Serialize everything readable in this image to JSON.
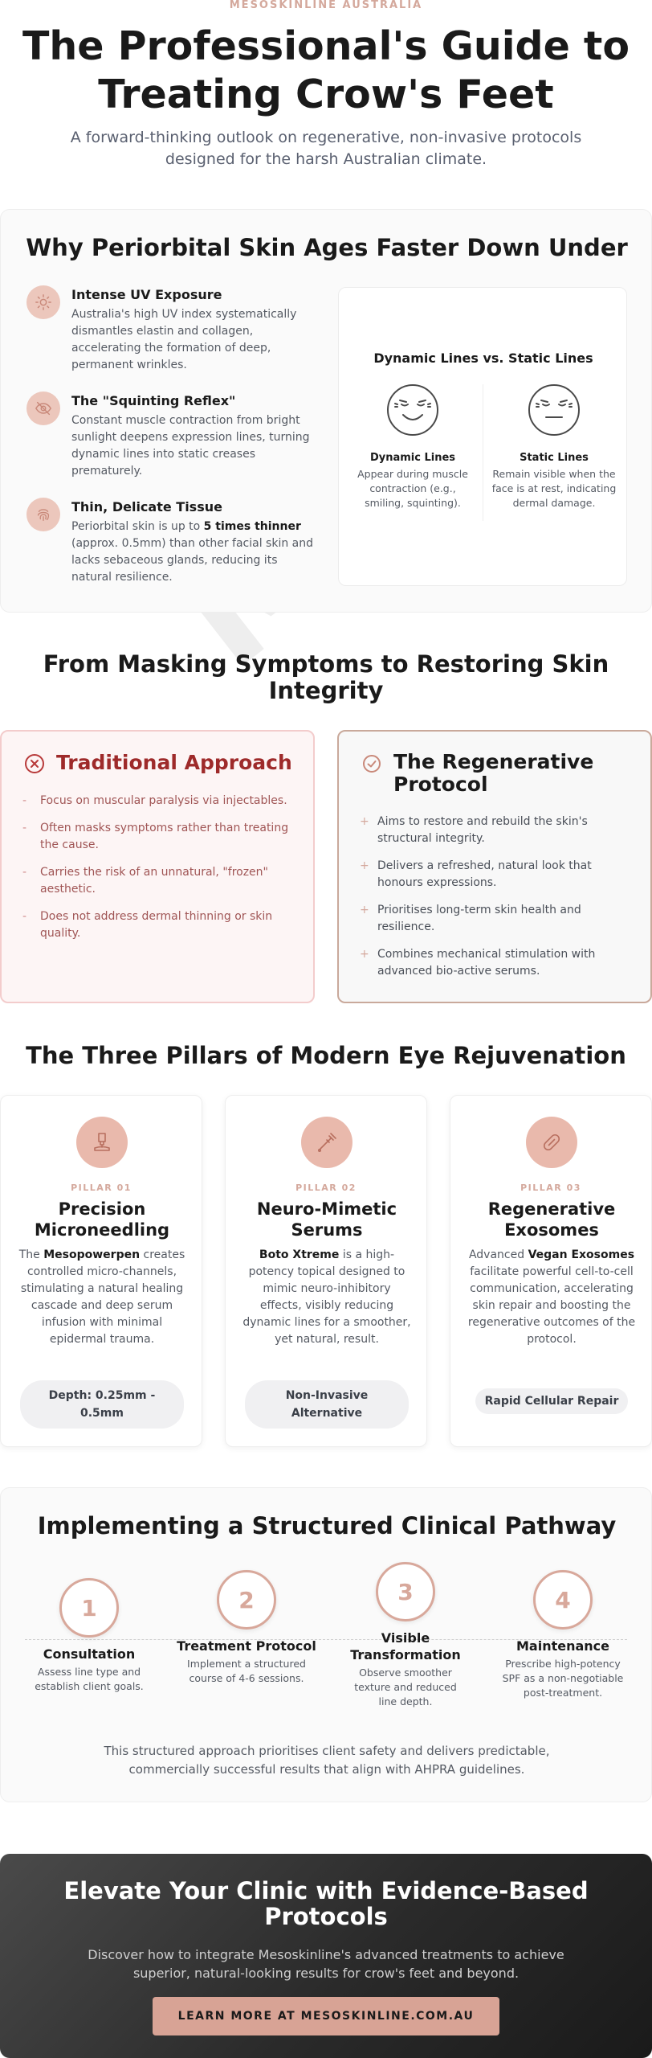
{
  "hero": {
    "eyebrow": "MESOSKINLINE AUSTRALIA",
    "title": "The Professional's Guide to Treating Crow's Feet",
    "subtitle": "A forward-thinking outlook on regenerative, non-invasive protocols designed for the harsh Australian climate."
  },
  "watermark": "Mesoskinline",
  "periorbital": {
    "title": "Why Periorbital Skin Ages Faster Down Under",
    "factors": [
      {
        "icon": "sun-icon",
        "title": "Intense UV Exposure",
        "body": "Australia's high UV index systematically dismantles elastin and collagen, accelerating the formation of deep, permanent wrinkles."
      },
      {
        "icon": "eye-slash-icon",
        "title": "The \"Squinting Reflex\"",
        "body": "Constant muscle contraction from bright sunlight deepens expression lines, turning dynamic lines into static creases prematurely."
      },
      {
        "icon": "fingerprint-icon",
        "title": "Thin, Delicate Tissue",
        "body_pre": "Periorbital skin is up to ",
        "body_bold": "5 times thinner",
        "body_post": " (approx. 0.5mm) than other facial skin and lacks sebaceous glands, reducing its natural resilience."
      }
    ],
    "lines_card": {
      "title": "Dynamic Lines vs. Static Lines",
      "dynamic": {
        "label": "Dynamic Lines",
        "text": "Appear during muscle contraction (e.g., smiling, squinting)."
      },
      "static": {
        "label": "Static Lines",
        "text": "Remain visible when the face is at rest, indicating dermal damage."
      }
    }
  },
  "comparison": {
    "title": "From Masking Symptoms to Restoring Skin Integrity",
    "traditional": {
      "title": "Traditional Approach",
      "items": [
        "Focus on muscular paralysis via injectables.",
        "Often masks symptoms rather than treating the cause.",
        "Carries the risk of an unnatural, \"frozen\" aesthetic.",
        "Does not address dermal thinning or skin quality."
      ]
    },
    "regenerative": {
      "title": "The Regenerative Protocol",
      "items": [
        "Aims to restore and rebuild the skin's structural integrity.",
        "Delivers a refreshed, natural look that honours expressions.",
        "Prioritises long-term skin health and resilience.",
        "Combines mechanical stimulation with advanced bio-active serums."
      ]
    }
  },
  "pillars": {
    "title": "The Three Pillars of Modern Eye Rejuvenation",
    "items": [
      {
        "num": "PILLAR 01",
        "title": "Precision Microneedling",
        "pre": "The ",
        "bold": "Mesopowerpen",
        "post": " creates controlled micro-channels, stimulating a natural healing cascade and deep serum infusion with minimal epidermal trauma.",
        "badge": "Depth: 0.25mm - 0.5mm"
      },
      {
        "num": "PILLAR 02",
        "title": "Neuro-Mimetic Serums",
        "pre": "",
        "bold": "Boto Xtreme",
        "post": " is a high-potency topical designed to mimic neuro-inhibitory effects, visibly reducing dynamic lines for a smoother, yet natural, result.",
        "badge": "Non-Invasive Alternative"
      },
      {
        "num": "PILLAR 03",
        "title": "Regenerative Exosomes",
        "pre": "Advanced ",
        "bold": "Vegan Exosomes",
        "post": " facilitate powerful cell-to-cell communication, accelerating skin repair and boosting the regenerative outcomes of the protocol.",
        "badge": "Rapid Cellular Repair"
      }
    ]
  },
  "pathway": {
    "title": "Implementing a Structured Clinical Pathway",
    "steps": [
      {
        "num": "1",
        "title": "Consultation",
        "text": "Assess line type and establish client goals."
      },
      {
        "num": "2",
        "title": "Treatment Protocol",
        "text": "Implement a structured course of 4-6 sessions."
      },
      {
        "num": "3",
        "title": "Visible Transformation",
        "text": "Observe smoother texture and reduced line depth."
      },
      {
        "num": "4",
        "title": "Maintenance",
        "text": "Prescribe high-potency SPF as a non-negotiable post-treatment."
      }
    ],
    "footnote": "This structured approach prioritises client safety and delivers predictable, commercially successful results that align with AHPRA guidelines."
  },
  "cta": {
    "title": "Elevate Your Clinic with Evidence-Based Protocols",
    "subtitle": "Discover how to integrate Mesoskinline's advanced treatments to achieve superior, natural-looking results for crow's feet and beyond.",
    "button": "LEARN MORE AT MESOSKINLINE.COM.AU"
  },
  "colors": {
    "accent": "#d8a395",
    "accent_light": "#ecc7bc",
    "traditional_red": "#9e2a2a",
    "cta_dark": "#2a2a2a"
  }
}
